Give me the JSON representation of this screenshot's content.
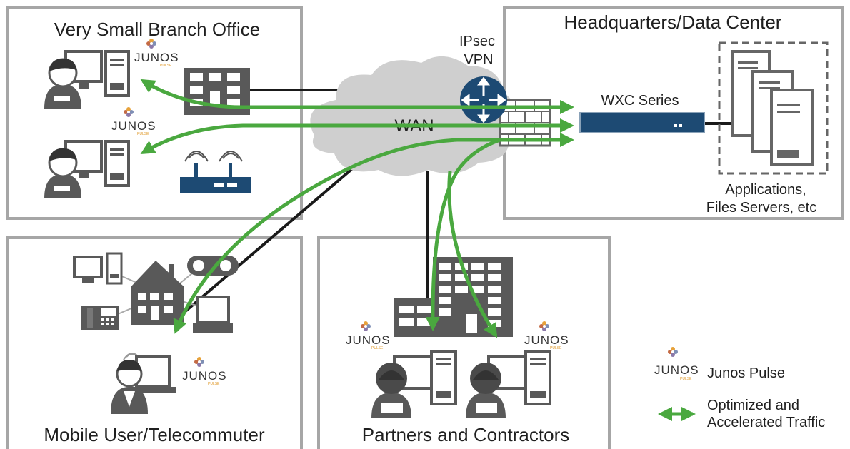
{
  "regions": {
    "branch": "Very Small Branch Office",
    "hq": "Headquarters/Data Center",
    "mobile": "Mobile User/Telecommuter",
    "partners": "Partners and Contractors"
  },
  "network": {
    "wan": "WAN",
    "vpn_line1": "IPsec",
    "vpn_line2": "VPN",
    "wxc": "WXC Series",
    "apps_line1": "Applications,",
    "apps_line2": "Files Servers, etc"
  },
  "brand": {
    "junos": "JUNOS",
    "pulse": "PULSE"
  },
  "legend": {
    "pulse_label": "Junos Pulse",
    "traffic_line1": "Optimized and",
    "traffic_line2": "Accelerated Traffic"
  },
  "colors": {
    "panel_border": "#a6a6a6",
    "cloud": "#cfcfcf",
    "traffic_arrow": "#4aa83f",
    "device_blue": "#1d4a73",
    "person": "#595959"
  }
}
